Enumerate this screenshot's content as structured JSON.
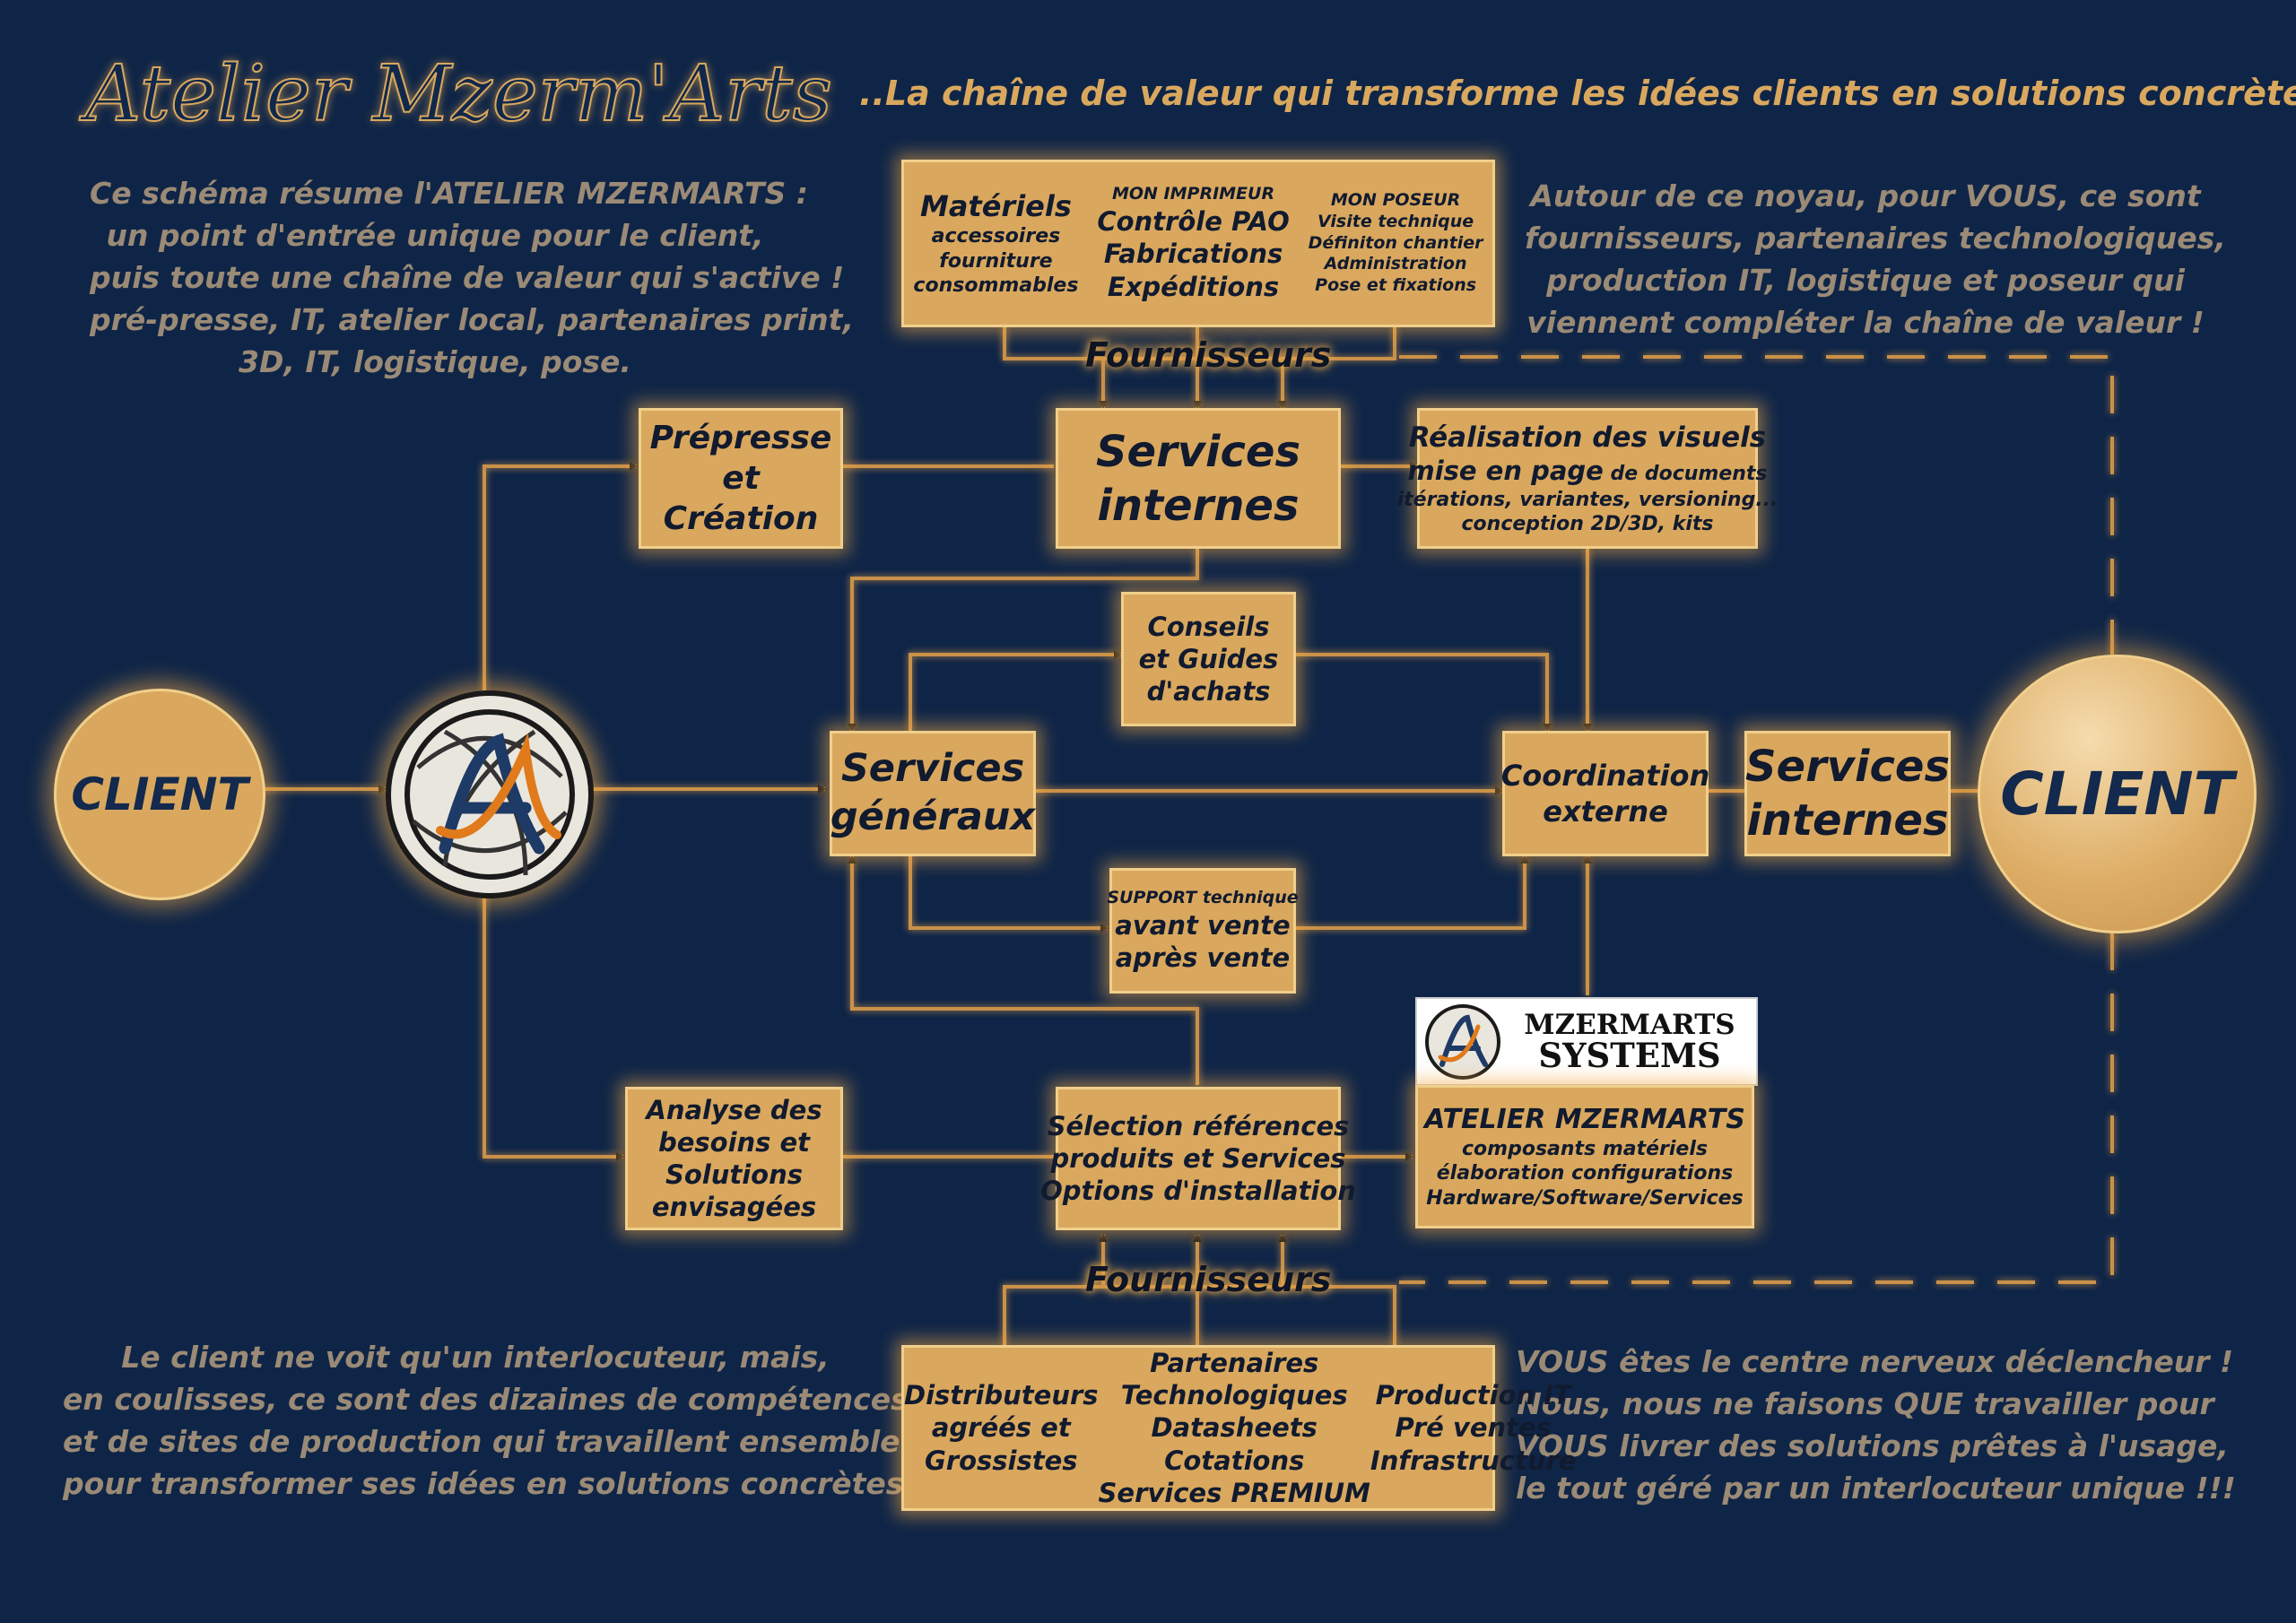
{
  "title": "Atelier Mzerm'Arts",
  "tagline": "..La chaîne de valeur qui transforme les idées clients en solutions concrètes...",
  "paragraphs": {
    "top_left": [
      "Ce schéma résume l'ATELIER MZERMARTS :",
      "un point d'entrée unique pour le client,",
      "puis toute une chaîne de valeur qui s'active !",
      "pré-presse, IT, atelier local, partenaires print,",
      "3D, IT, logistique, pose."
    ],
    "top_right": [
      "Autour de ce noyau, pour VOUS, ce sont",
      "fournisseurs, partenaires technologiques,",
      "production IT, logistique et poseur qui",
      "viennent compléter la chaîne de valeur !"
    ],
    "bottom_left": [
      "Le client ne voit qu'un interlocuteur, mais,",
      "en coulisses, ce sont des dizaines de compétences",
      "et de sites de production qui travaillent ensemble",
      "pour transformer ses idées en solutions concrètes."
    ],
    "bottom_right": [
      "VOUS êtes le centre nerveux déclencheur !",
      "Nous, nous ne faisons QUE travailler pour",
      "VOUS livrer des solutions prêtes à l'usage,",
      "le tout géré par un interlocuteur unique !!!"
    ]
  },
  "client_left": "CLIENT",
  "client_right": "CLIENT",
  "top_suppliers": {
    "col1_title": "Matériels",
    "col1_lines": [
      "accessoires",
      "fourniture",
      "consommables"
    ],
    "col2_title": "MON IMPRIMEUR",
    "col2_lines": [
      "Contrôle PAO",
      "Fabrications",
      "Expéditions"
    ],
    "col3_title": "MON POSEUR",
    "col3_lines": [
      "Visite technique",
      "Définiton chantier",
      "Administration",
      "Pose et fixations"
    ]
  },
  "fournisseurs_top": "Fournisseurs",
  "fournisseurs_bottom": "Fournisseurs",
  "prepresse": [
    "Prépresse",
    "et",
    "Création"
  ],
  "services_internes_top": [
    "Services",
    "internes"
  ],
  "realisation": {
    "title": "Réalisation des visuels",
    "line2_main": "mise en page",
    "line2_rest": " de documents",
    "line3": "itérations, variantes, versioning...",
    "line4": "conception 2D/3D, kits"
  },
  "conseils": [
    "Conseils",
    "et Guides",
    "d'achats"
  ],
  "services_generaux": [
    "Services",
    "généraux"
  ],
  "coordination": [
    "Coordination",
    "externe"
  ],
  "services_internes_right": [
    "Services",
    "internes"
  ],
  "support": {
    "title": "SUPPORT technique",
    "lines": [
      "avant vente",
      "après vente"
    ]
  },
  "logo_text": [
    "MZERMARTS",
    "SYSTEMS"
  ],
  "atelier": {
    "title": "ATELIER MZERMARTS",
    "lines": [
      "composants matériels",
      "élaboration configurations",
      "Hardware/Software/Services"
    ]
  },
  "analyse": [
    "Analyse des",
    "besoins et",
    "Solutions",
    "envisagées"
  ],
  "selection": [
    "Sélection références",
    "produits et Services",
    "Options d'installation"
  ],
  "bottom_suppliers": {
    "col1": [
      "Distributeurs",
      "agréés et",
      "Grossistes"
    ],
    "col2": [
      "Partenaires",
      "Technologiques",
      "Datasheets",
      "Cotations",
      "Services PREMIUM"
    ],
    "col3": [
      "Production IT",
      "Pré ventes",
      "Infrastructure"
    ]
  },
  "colors": {
    "background": "#0f2547",
    "box": "#d9a85e",
    "glow": "#f0aa46",
    "text_muted": "#9a8a76",
    "title_gold": "#d9a85e"
  }
}
